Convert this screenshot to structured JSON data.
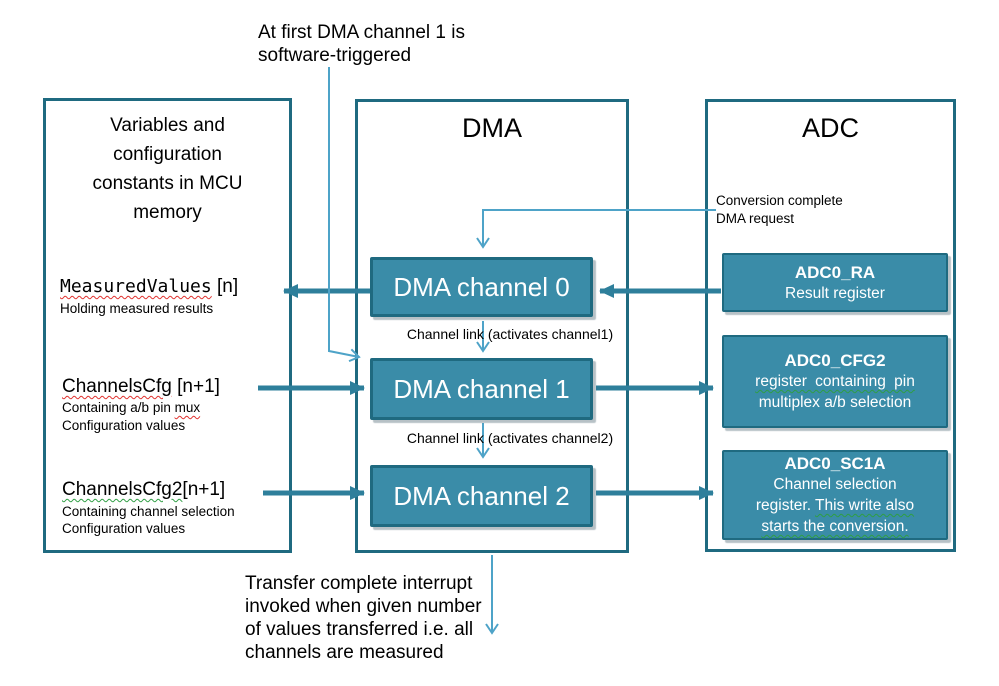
{
  "colors": {
    "box_border": "#1f6a80",
    "box_fill": "#3a8ca8",
    "thick_arrow": "#2e7f9b",
    "thin_line": "#4ea3c8",
    "spell_red": "#e0312e",
    "spell_green": "#2f9e44"
  },
  "notes": {
    "top": "At first DMA channel 1 is\nsoftware-triggered",
    "bottom": "Transfer complete interrupt\ninvoked when given number\nof values transferred i.e. all\nchannels are measured"
  },
  "memory": {
    "title": "Variables and\nconfiguration\nconstants in MCU\nmemory",
    "items": [
      {
        "name": "MeasuredValues",
        "suffix": " [n]",
        "desc1": "Holding measured results",
        "desc2": ""
      },
      {
        "name": "ChannelsCfg",
        "suffix": " [n+1]",
        "desc1_pre": "Containing a/b pin ",
        "desc1_wavy": "mux",
        "desc2": "Configuration values"
      },
      {
        "name": "ChannelsCfg2",
        "suffix": "[n+1]",
        "desc1": "Containing channel selection",
        "desc2": "Configuration values"
      }
    ]
  },
  "dma": {
    "title": "DMA",
    "channels": [
      "DMA channel 0",
      "DMA channel 1",
      "DMA channel 2"
    ],
    "links": [
      "Channel link (activates channel1)",
      "Channel link (activates channel2)"
    ]
  },
  "adc": {
    "title": "ADC",
    "request_label": "Conversion complete\nDMA request",
    "registers": [
      {
        "name": "ADC0_RA",
        "line2": "Result register"
      },
      {
        "name": "ADC0_CFG2",
        "line2_wavy": "register containing pin",
        "line3": "multiplex a/b selection"
      },
      {
        "name": "ADC0_SC1A",
        "line2": "Channel selection",
        "line3_pre": "register. ",
        "line3_wavy": "This write also",
        "line4_wavy": "starts the conversion."
      }
    ]
  }
}
